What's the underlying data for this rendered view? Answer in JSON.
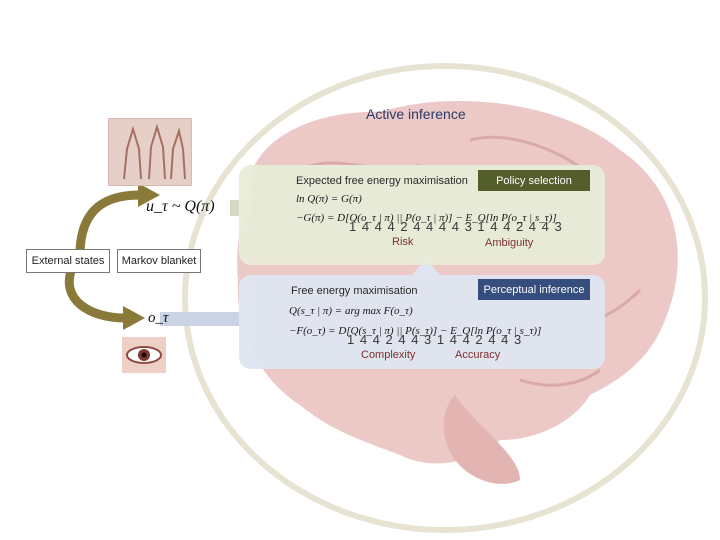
{
  "title": "Active inference",
  "policy_panel": {
    "heading": "Expected free energy maximisation",
    "tag": "Policy selection",
    "eq1": "ln Q(π) = G(π)",
    "eq2": "−G(π) = D[Q(o_τ | π) || P(o_τ | π)] − E_Q[ln P(o_τ | s_τ)]",
    "braces": "1 4 4 4 2 4 4 4 4 3    1 4 4 2 4 4 3",
    "label_left": "Risk",
    "label_right": "Ambiguity"
  },
  "perceptual_panel": {
    "heading": "Free energy maximisation",
    "tag": "Perceptual inference",
    "eq1": "Q(s_τ | π) = arg max F(o_τ)",
    "eq2": "−F(o_τ) = D[Q(s_τ | π) || P(s_τ)] − E_Q[ln P(o_τ | s_τ)]",
    "braces": "1 4 4 2 4 4 3    1 4 4 2 4 4 3",
    "label_left": "Complexity",
    "label_right": "Accuracy"
  },
  "action_eq": "u_τ ~ Q(π)",
  "observation_eq": "o_τ",
  "external_states": "External states",
  "markov_blanket": "Markov blanket",
  "colors": {
    "policy_tag": "#4d5a26",
    "perceptual_tag": "#2f4a7a",
    "policy_panel": "#e8ecd9",
    "perceptual_panel": "#dfe6f1",
    "arrow": "#8a7a3a",
    "brain": "#e9c4c2",
    "ring": "#e7e3d2"
  },
  "icons": [
    "anatomy-figure-icon",
    "eye-icon",
    "brain-image"
  ]
}
